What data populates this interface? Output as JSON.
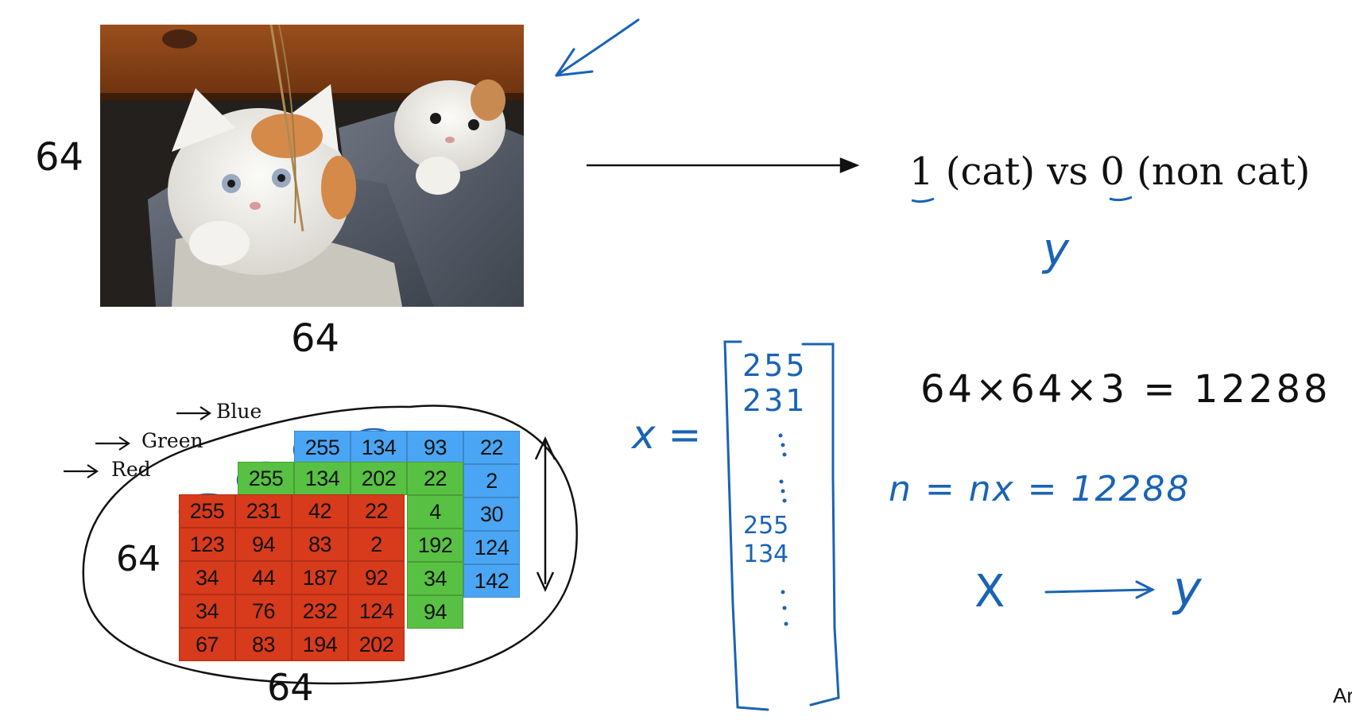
{
  "colors": {
    "ink": "#111111",
    "pen_blue": "#1a63b5",
    "red": "#d83a1c",
    "green": "#58c143",
    "blue": "#4aa6f4"
  },
  "photo": {
    "icon": "kittens-in-shoes-photo"
  },
  "labels": {
    "height": "64",
    "width": "64",
    "rows": "64",
    "cols": "64",
    "blue": "Blue",
    "green": "Green",
    "red": "Red"
  },
  "formula": {
    "one": "1",
    "cat": " (cat) vs ",
    "zero": "0",
    "noncat": " (non cat)"
  },
  "handwriting": {
    "y_label": "y",
    "x_eq": "x =",
    "vector_top": [
      "255",
      "231"
    ],
    "vector_mid": [
      "255",
      "134"
    ],
    "dims": "64×64×3 = 12288",
    "n_eq": "n = nx = 12288",
    "map_x": "X",
    "map_y": "y"
  },
  "grids": {
    "red": [
      [
        "255",
        "231",
        "42",
        "22"
      ],
      [
        "123",
        "94",
        "83",
        "2"
      ],
      [
        "34",
        "44",
        "187",
        "92"
      ],
      [
        "34",
        "76",
        "232",
        "124"
      ],
      [
        "67",
        "83",
        "194",
        "202"
      ]
    ],
    "green": [
      [
        "255",
        "134",
        "202",
        "22"
      ],
      [
        "",
        "",
        "",
        "4"
      ],
      [
        "",
        "",
        "",
        "192"
      ],
      [
        "",
        "",
        "",
        "34"
      ],
      [
        "",
        "",
        "",
        "94"
      ]
    ],
    "blue": [
      [
        "255",
        "134",
        "93",
        "22"
      ],
      [
        "",
        "",
        "",
        "2"
      ],
      [
        "",
        "",
        "",
        "30"
      ],
      [
        "",
        "",
        "",
        "124"
      ],
      [
        "",
        "",
        "",
        "142"
      ]
    ]
  },
  "author": "Ar"
}
